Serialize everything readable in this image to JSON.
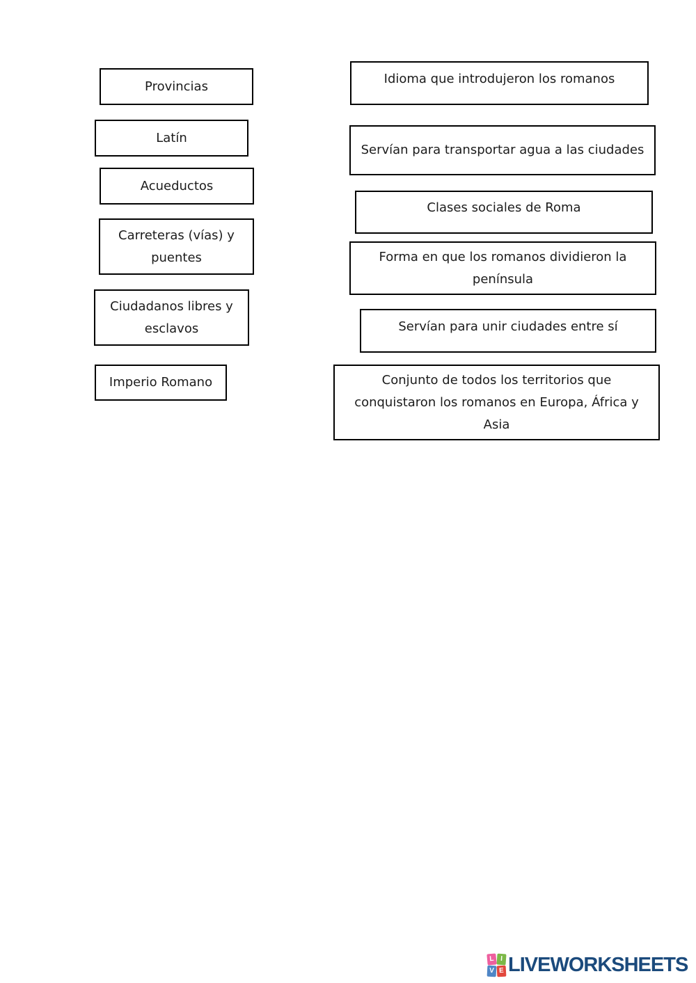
{
  "worksheet": {
    "terms": [
      {
        "label": "Provincias"
      },
      {
        "label": "Latín"
      },
      {
        "label": "Acueductos"
      },
      {
        "label": "Carreteras (vías) y puentes"
      },
      {
        "label": "Ciudadanos libres y esclavos"
      },
      {
        "label": "Imperio Romano"
      }
    ],
    "definitions": [
      {
        "label": "Idioma que introdujeron los romanos"
      },
      {
        "label": "Servían para transportar agua a las ciudades"
      },
      {
        "label": "Clases sociales de Roma"
      },
      {
        "label": "Forma en que los romanos dividieron la península"
      },
      {
        "label": "Servían para unir ciudades entre sí"
      },
      {
        "label": "Conjunto de todos los territorios que conquistaron los romanos en Europa, África y Asia"
      }
    ],
    "text_color": "#1c1c1c",
    "box_border_color": "#000000"
  },
  "footer": {
    "brand": "LIVEWORKSHEETS",
    "brand_color": "#1b4a7c",
    "tiles": [
      {
        "letter": "L",
        "color": "#ee5f9e"
      },
      {
        "letter": "I",
        "color": "#7cb847"
      },
      {
        "letter": "V",
        "color": "#4f86c6"
      },
      {
        "letter": "E",
        "color": "#e2483d"
      }
    ]
  }
}
